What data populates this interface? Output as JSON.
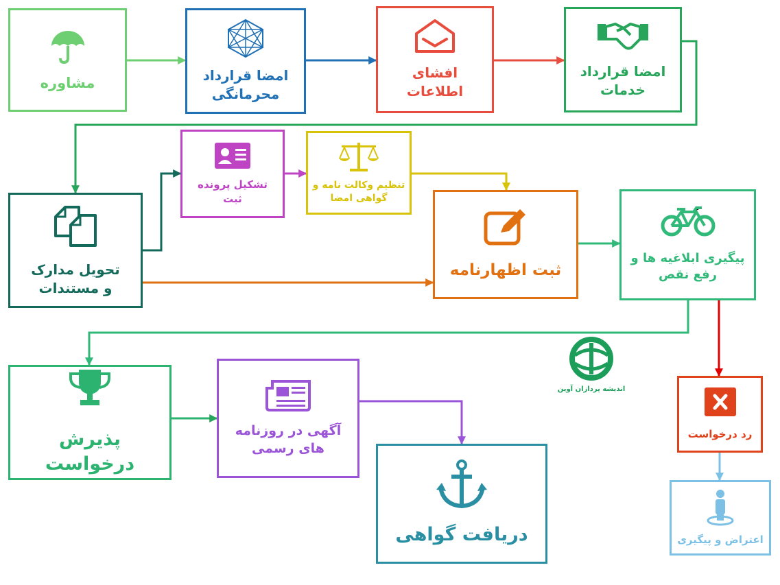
{
  "steps": {
    "consult": "مشاوره",
    "nda": "امضا قرارداد محرمانگی",
    "disclosure": "افشای اطلاعات",
    "service": "امضا قرارداد خدمات",
    "docs": "تحویل مدارک و مستندات",
    "file": "تشکیل پرونده ثبت",
    "poa": "تنظیم وکالت نامه و گواهی امضا",
    "declaration": "ثبت اظهارنامه",
    "followup": "پیگیری ابلاغیه ها و رفع نقص",
    "accept": "پذیرش درخواست",
    "gazette": "آگهی در روزنامه های رسمی",
    "certificate": "دریافت گواهی",
    "reject": "رد درخواست",
    "objection": "اعتراض و پیگیری"
  },
  "logo": {
    "text": "اندیشه پردازان آوین"
  },
  "icons": {
    "consult": "umbrella-icon",
    "nda": "network-icon",
    "disclosure": "envelope-icon",
    "service": "handshake-icon",
    "docs": "documents-icon",
    "file": "id-card-icon",
    "poa": "scales-icon",
    "declaration": "edit-icon",
    "followup": "bicycle-icon",
    "accept": "trophy-icon",
    "gazette": "newspaper-icon",
    "certificate": "anchor-icon",
    "reject": "x-icon",
    "objection": "person-pin-icon"
  },
  "colors": {
    "consult": "#6dcf72",
    "nda": "#2070b5",
    "disclosure": "#e84c3d",
    "service": "#27a55a",
    "docs": "#136a5b",
    "file": "#be44c4",
    "poa": "#d9c20a",
    "declaration": "#e07010",
    "followup": "#31b97a",
    "accept": "#2cb370",
    "gazette": "#9b54d8",
    "certificate": "#2a8fa3",
    "reject": "#e0421b",
    "objection": "#7cc0e6"
  }
}
